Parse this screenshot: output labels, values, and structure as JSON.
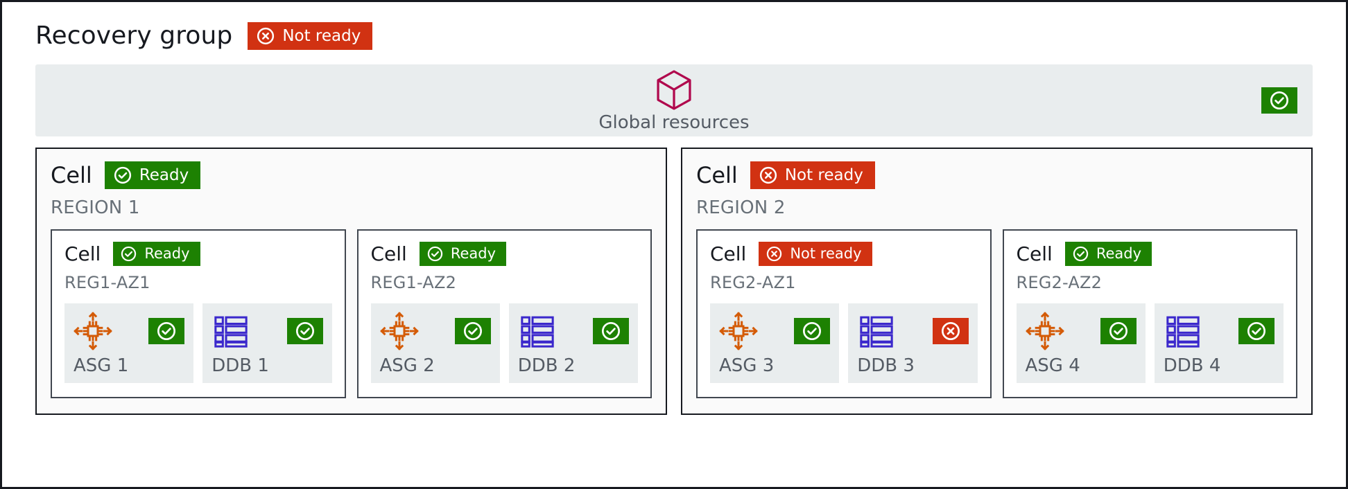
{
  "header": {
    "title": "Recovery group",
    "status": {
      "label": "Not ready",
      "state": "not-ready",
      "icon": "x-circle-icon"
    }
  },
  "colors": {
    "ready": "#1d8102",
    "not_ready": "#d13212",
    "asg_icon": "#d45b07",
    "ddb_icon": "#3b28cc",
    "global_icon": "#b0084d",
    "panel_bg": "#fafafa",
    "tile_bg": "#e9edee",
    "border": "#16191f",
    "muted_text": "#687078"
  },
  "global_resources": {
    "label": "Global resources",
    "icon": "cube-icon",
    "status": {
      "label": "Ready",
      "state": "ready",
      "icon": "check-circle-icon"
    }
  },
  "regions": [
    {
      "cell_word": "Cell",
      "name": "REGION 1",
      "status": {
        "label": "Ready",
        "state": "ready",
        "icon": "check-circle-icon"
      },
      "cells": [
        {
          "cell_word": "Cell",
          "name": "REG1-AZ1",
          "status": {
            "label": "Ready",
            "state": "ready",
            "icon": "check-circle-icon"
          },
          "resources": [
            {
              "label": "ASG 1",
              "icon": "asg-icon",
              "status": {
                "label": "Ready",
                "state": "ready",
                "icon": "check-circle-icon"
              }
            },
            {
              "label": "DDB 1",
              "icon": "ddb-icon",
              "status": {
                "label": "Ready",
                "state": "ready",
                "icon": "check-circle-icon"
              }
            }
          ]
        },
        {
          "cell_word": "Cell",
          "name": "REG1-AZ2",
          "status": {
            "label": "Ready",
            "state": "ready",
            "icon": "check-circle-icon"
          },
          "resources": [
            {
              "label": "ASG 2",
              "icon": "asg-icon",
              "status": {
                "label": "Ready",
                "state": "ready",
                "icon": "check-circle-icon"
              }
            },
            {
              "label": "DDB 2",
              "icon": "ddb-icon",
              "status": {
                "label": "Ready",
                "state": "ready",
                "icon": "check-circle-icon"
              }
            }
          ]
        }
      ]
    },
    {
      "cell_word": "Cell",
      "name": "REGION 2",
      "status": {
        "label": "Not ready",
        "state": "not-ready",
        "icon": "x-circle-icon"
      },
      "cells": [
        {
          "cell_word": "Cell",
          "name": "REG2-AZ1",
          "status": {
            "label": "Not ready",
            "state": "not-ready",
            "icon": "x-circle-icon"
          },
          "resources": [
            {
              "label": "ASG 3",
              "icon": "asg-icon",
              "status": {
                "label": "Ready",
                "state": "ready",
                "icon": "check-circle-icon"
              }
            },
            {
              "label": "DDB 3",
              "icon": "ddb-icon",
              "status": {
                "label": "Not ready",
                "state": "not-ready",
                "icon": "x-circle-icon"
              }
            }
          ]
        },
        {
          "cell_word": "Cell",
          "name": "REG2-AZ2",
          "status": {
            "label": "Ready",
            "state": "ready",
            "icon": "check-circle-icon"
          },
          "resources": [
            {
              "label": "ASG 4",
              "icon": "asg-icon",
              "status": {
                "label": "Ready",
                "state": "ready",
                "icon": "check-circle-icon"
              }
            },
            {
              "label": "DDB 4",
              "icon": "ddb-icon",
              "status": {
                "label": "Ready",
                "state": "ready",
                "icon": "check-circle-icon"
              }
            }
          ]
        }
      ]
    }
  ]
}
